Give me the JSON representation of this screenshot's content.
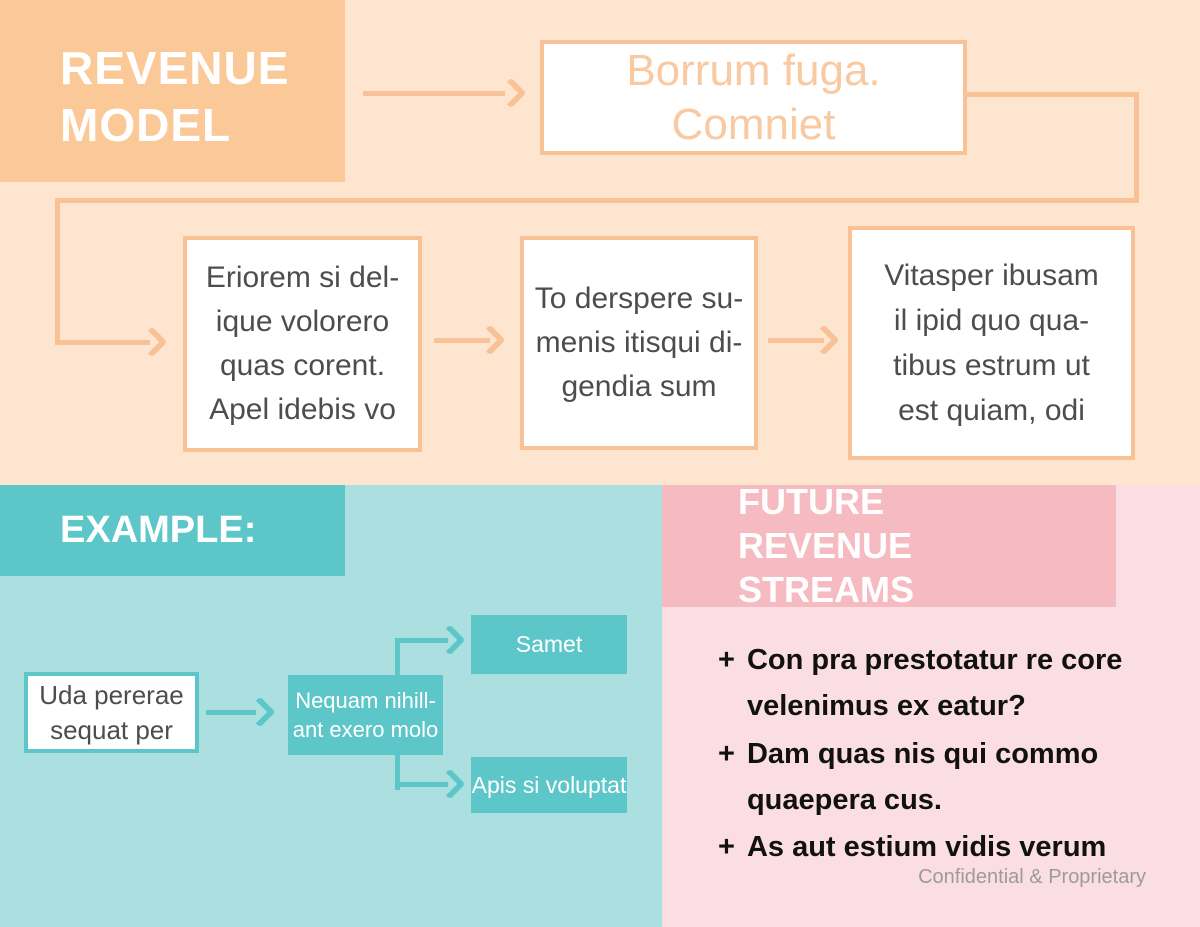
{
  "colors": {
    "peach_bg": "#fde5cf",
    "peach": "#fbc998",
    "peach_line": "#f8c296",
    "peach_text": "#f9c9a1",
    "dark_text": "#4d4d4d",
    "teal_bg": "#abdfe0",
    "teal": "#5cc6c9",
    "pink_bg": "#fbdee3",
    "pink": "#f6bac1",
    "bullet_text": "#111111",
    "footer_gray": "#9b9b9b"
  },
  "revenue_model": {
    "title": "REVENUE MODEL",
    "top_box": "Borrum fuga. Comniet",
    "steps": [
      "Eriorem si del-\nique volorero\nquas corent.\nApel idebis vo",
      "To derspere su-\nmenis itisqui di-\ngendia sum",
      "Vitasper ibusam\nil ipid quo qua-\ntibus estrum ut\nest quiam, odi"
    ]
  },
  "example": {
    "title": "EXAMPLE:",
    "start_box": "Uda pererae sequat per",
    "middle_box": "Nequam nihill-\nant exero molo",
    "branch_boxes": [
      "Samet",
      "Apis si voluptat"
    ]
  },
  "future_revenue": {
    "title": "FUTURE REVENUE STREAMS",
    "bullet_marker": "+",
    "bullets": [
      "Con pra prestotatur re core\nvelenimus ex eatur?",
      "Dam quas nis qui commo\nquaepera cus.",
      "As aut estium vidis verum"
    ],
    "footer": "Confidential & Proprietary"
  }
}
